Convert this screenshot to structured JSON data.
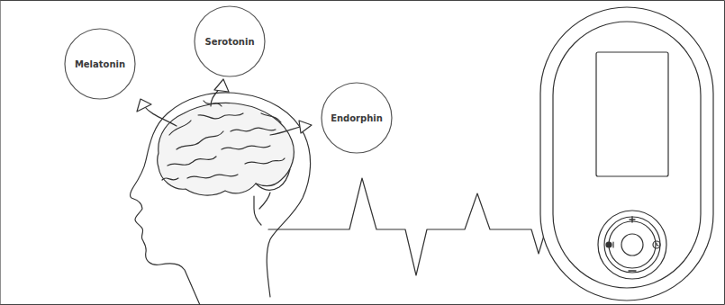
{
  "diagram": {
    "nodes": [
      {
        "text": [
          "Melatonin"
        ]
      },
      {
        "text": [
          "Serotonin"
        ]
      },
      {
        "text": [
          "Endorphin"
        ]
      }
    ]
  }
}
